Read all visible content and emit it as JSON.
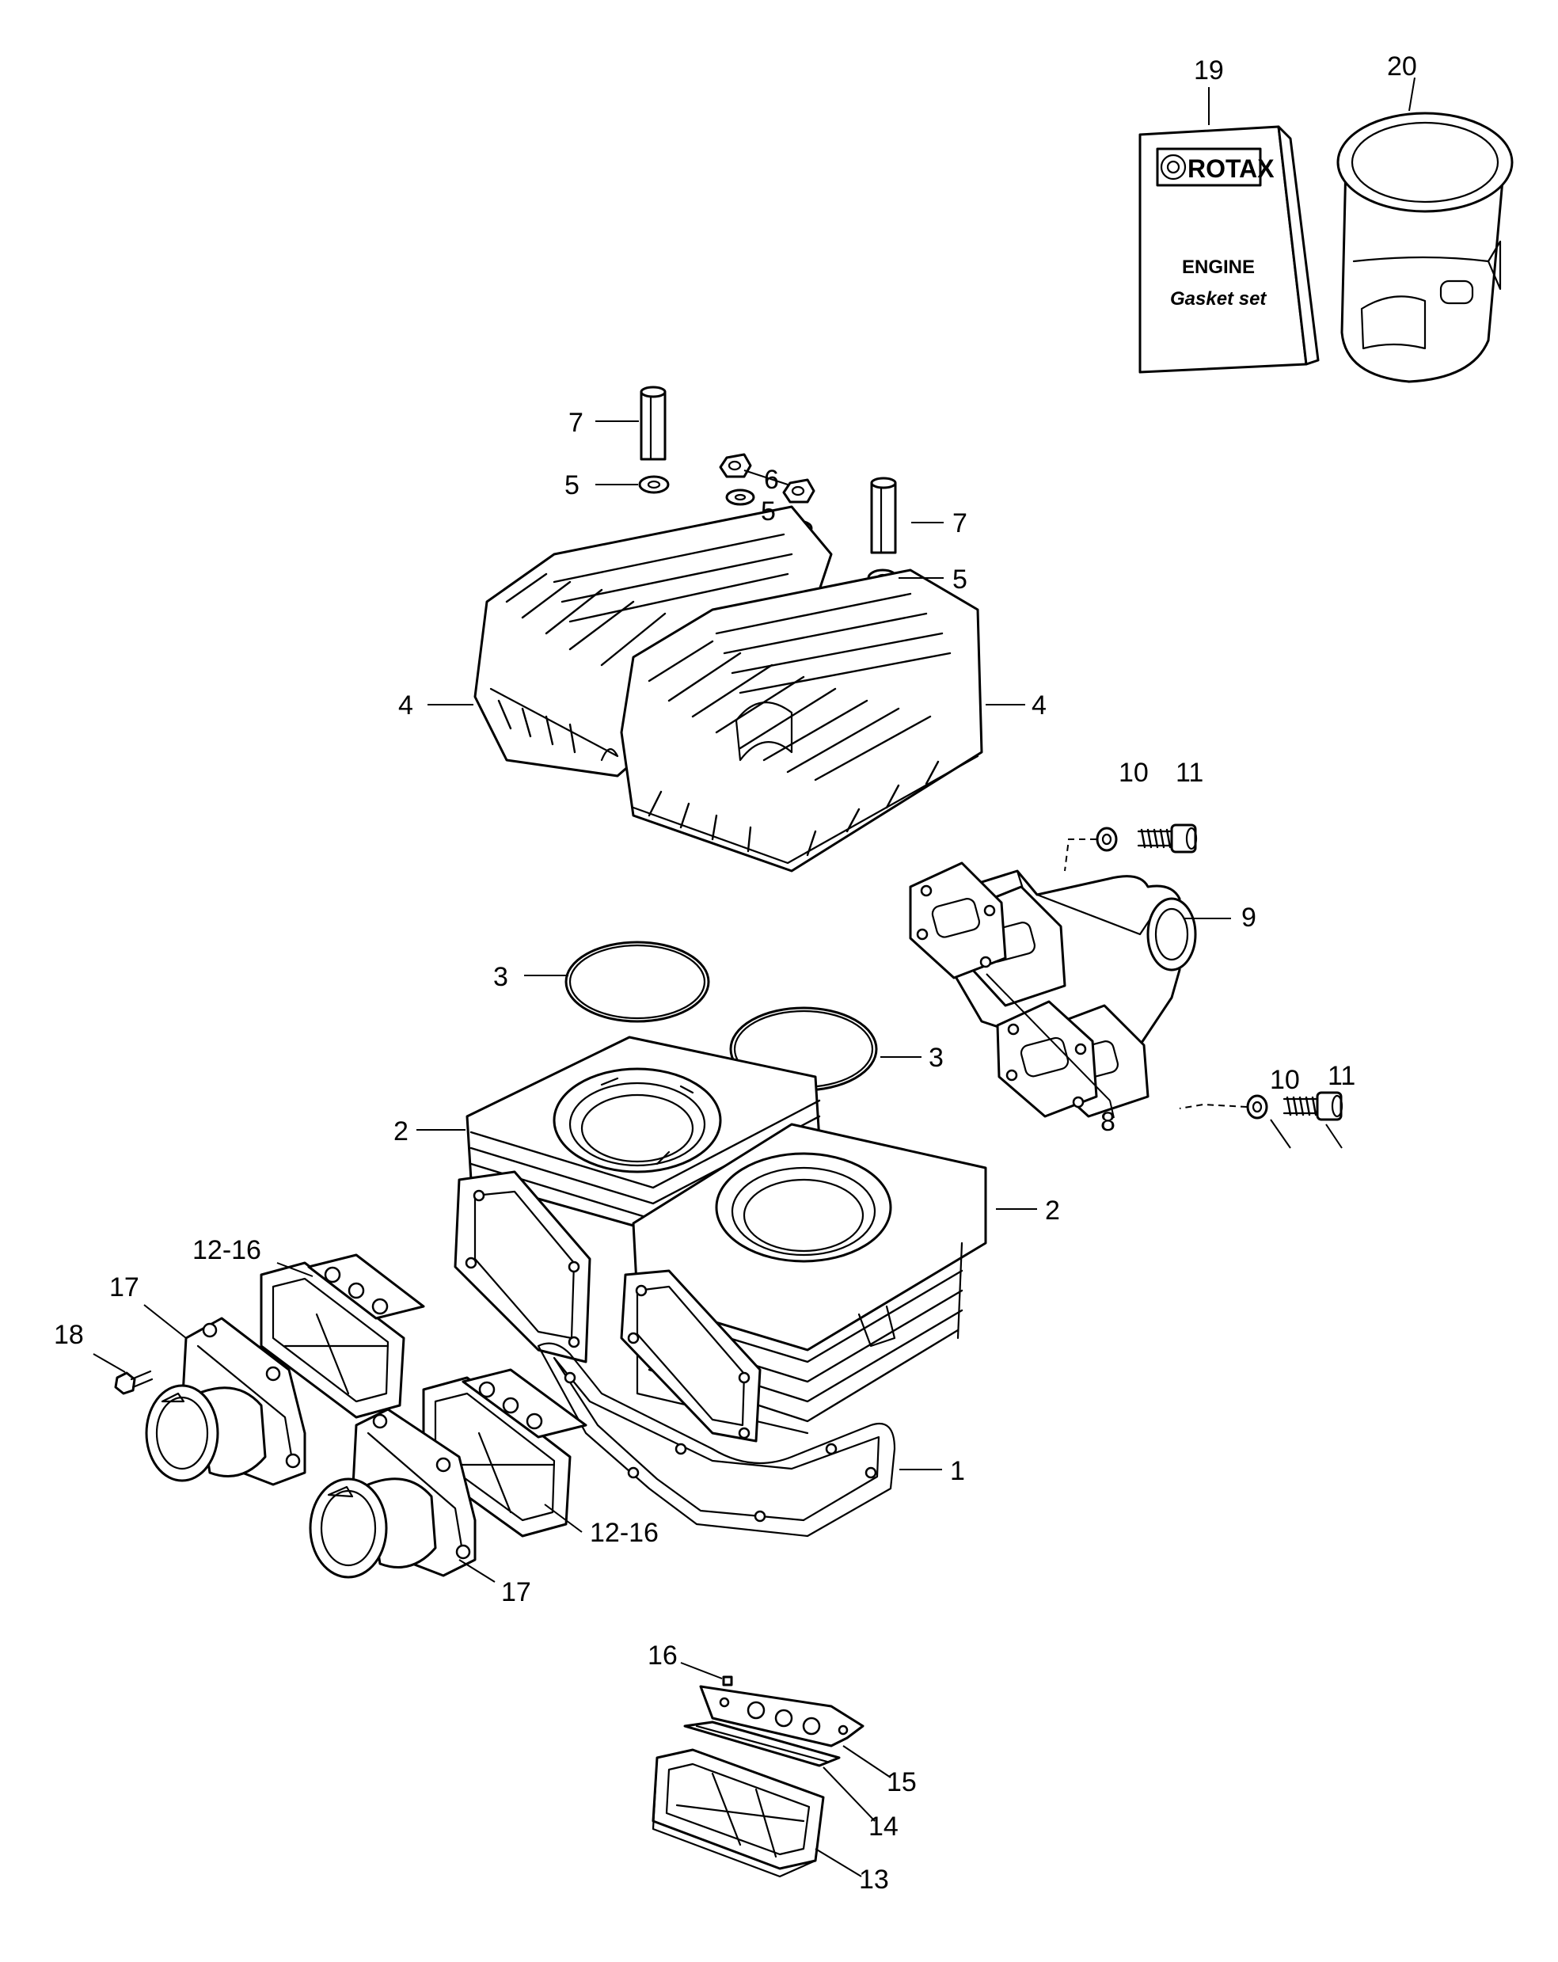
{
  "callouts": {
    "c1": "1",
    "c2a": "2",
    "c2b": "2",
    "c3a": "3",
    "c3b": "3",
    "c4a": "4",
    "c4b": "4",
    "c5a": "5",
    "c5b": "5",
    "c5c": "5",
    "c6": "6",
    "c7a": "7",
    "c7b": "7",
    "c8": "8",
    "c9": "9",
    "c10a": "10",
    "c10b": "10",
    "c11a": "11",
    "c11b": "11",
    "c12a": "12-16",
    "c12b": "12-16",
    "c13": "13",
    "c14": "14",
    "c15": "15",
    "c16": "16",
    "c17a": "17",
    "c17b": "17",
    "c18": "18",
    "c19": "19",
    "c20": "20"
  },
  "gasket_set_box": {
    "brand": "ROTAX",
    "line1": "ENGINE",
    "line2": "Gasket set"
  }
}
